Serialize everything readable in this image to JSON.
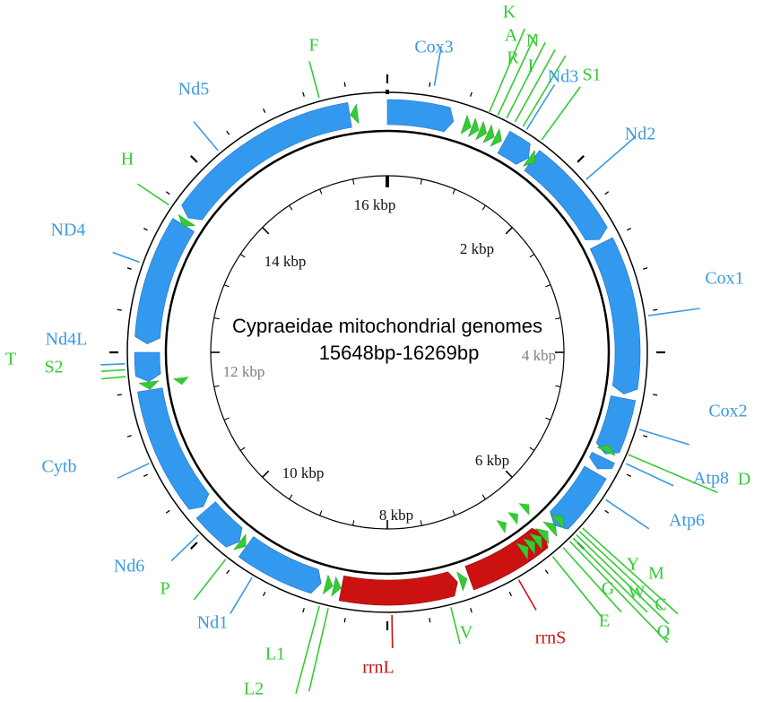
{
  "title_line1": "Cypraeidae  mitochondrial genomes",
  "title_line2": "15648bp-16269bp",
  "kbp_labels": [
    {
      "text": "2  kbp",
      "color": "#111111"
    },
    {
      "text": "4 kbp",
      "color": "#7f7f7f"
    },
    {
      "text": "6  kbp",
      "color": "#111111"
    },
    {
      "text": "8  kbp",
      "color": "#111111"
    },
    {
      "text": "10  kbp",
      "color": "#111111"
    },
    {
      "text": "12  kbp",
      "color": "#7f7f7f"
    },
    {
      "text": "14  kbp",
      "color": "#111111"
    },
    {
      "text": "16  kbp",
      "color": "#111111"
    }
  ],
  "colors": {
    "protein": "#3399ee",
    "protein_dark": "#1f6fc7",
    "trna": "#33cc33",
    "rrna": "#cc1111",
    "protein_label": "#3b9ae0",
    "trna_label": "#33cc33",
    "rrna_label": "#cc1111"
  },
  "genes": [
    {
      "name": "Cox3",
      "type": "protein"
    },
    {
      "name": "K",
      "type": "trna"
    },
    {
      "name": "A",
      "type": "trna"
    },
    {
      "name": "R",
      "type": "trna"
    },
    {
      "name": "N",
      "type": "trna"
    },
    {
      "name": "I",
      "type": "trna"
    },
    {
      "name": "Nd3",
      "type": "protein"
    },
    {
      "name": "S1",
      "type": "trna"
    },
    {
      "name": "Nd2",
      "type": "protein"
    },
    {
      "name": "Cox1",
      "type": "protein"
    },
    {
      "name": "Cox2",
      "type": "protein"
    },
    {
      "name": "D",
      "type": "trna"
    },
    {
      "name": "Atp8",
      "type": "protein"
    },
    {
      "name": "Atp6",
      "type": "protein"
    },
    {
      "name": "M",
      "type": "trna"
    },
    {
      "name": "Y",
      "type": "trna"
    },
    {
      "name": "C",
      "type": "trna"
    },
    {
      "name": "W",
      "type": "trna"
    },
    {
      "name": "Q",
      "type": "trna"
    },
    {
      "name": "G",
      "type": "trna"
    },
    {
      "name": "E",
      "type": "trna"
    },
    {
      "name": "rrnS",
      "type": "rrna"
    },
    {
      "name": "V",
      "type": "trna"
    },
    {
      "name": "rrnL",
      "type": "rrna"
    },
    {
      "name": "L1",
      "type": "trna"
    },
    {
      "name": "L2",
      "type": "trna"
    },
    {
      "name": "Nd1",
      "type": "protein"
    },
    {
      "name": "P",
      "type": "trna"
    },
    {
      "name": "Nd6",
      "type": "protein"
    },
    {
      "name": "Cytb",
      "type": "protein"
    },
    {
      "name": "S2",
      "type": "trna"
    },
    {
      "name": "T",
      "type": "trna"
    },
    {
      "name": "Nd4L",
      "type": "protein"
    },
    {
      "name": "ND4",
      "type": "protein"
    },
    {
      "name": "H",
      "type": "trna"
    },
    {
      "name": "Nd5",
      "type": "protein"
    },
    {
      "name": "F",
      "type": "trna"
    }
  ]
}
